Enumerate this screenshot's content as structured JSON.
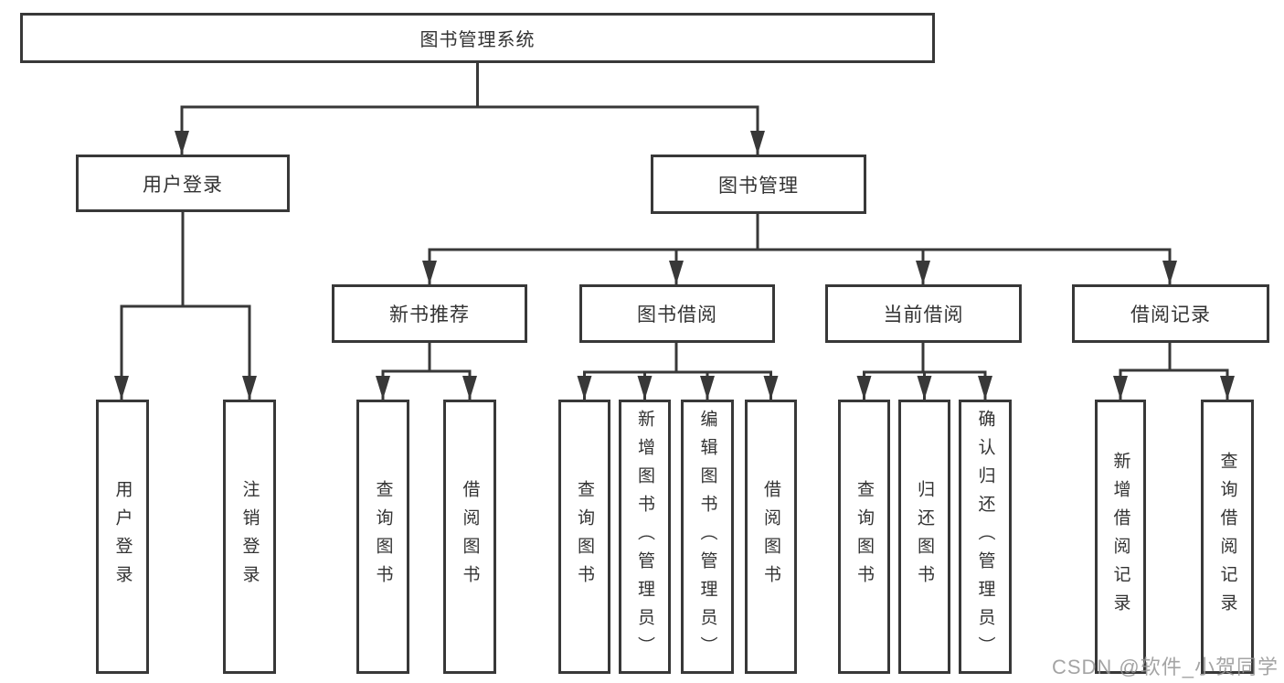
{
  "diagram": {
    "type": "hierarchy-chart",
    "root": {
      "label": "图书管理系统"
    },
    "level2": [
      {
        "id": "user-login",
        "label": "用户登录",
        "parent": "图书管理系统"
      },
      {
        "id": "book-management",
        "label": "图书管理",
        "parent": "图书管理系统"
      }
    ],
    "level3": [
      {
        "id": "new-book-recommend",
        "label": "新书推荐",
        "parent": "图书管理"
      },
      {
        "id": "book-borrowing",
        "label": "图书借阅",
        "parent": "图书管理"
      },
      {
        "id": "current-borrowing",
        "label": "当前借阅",
        "parent": "图书管理"
      },
      {
        "id": "borrowing-records",
        "label": "借阅记录",
        "parent": "图书管理"
      }
    ],
    "leaves": [
      {
        "id": "leaf-user-login",
        "label": "用户登录",
        "parent": "用户登录"
      },
      {
        "id": "leaf-logout",
        "label": "注销登录",
        "parent": "用户登录"
      },
      {
        "id": "leaf-query-books-recommend",
        "label": "查询图书",
        "parent": "新书推荐"
      },
      {
        "id": "leaf-borrow-books-recommend",
        "label": "借阅图书",
        "parent": "新书推荐"
      },
      {
        "id": "leaf-query-books-borrowing",
        "label": "查询图书",
        "parent": "图书借阅"
      },
      {
        "id": "leaf-add-books-admin",
        "label": "新增图书（管理员）",
        "parent": "图书借阅"
      },
      {
        "id": "leaf-edit-books-admin",
        "label": "编辑图书（管理员）",
        "parent": "图书借阅"
      },
      {
        "id": "leaf-borrow-books-borrowing",
        "label": "借阅图书",
        "parent": "图书借阅"
      },
      {
        "id": "leaf-query-books-current",
        "label": "查询图书",
        "parent": "当前借阅"
      },
      {
        "id": "leaf-return-books",
        "label": "归还图书",
        "parent": "当前借阅"
      },
      {
        "id": "leaf-confirm-return-admin",
        "label": "确认归还（管理员）",
        "parent": "当前借阅"
      },
      {
        "id": "leaf-add-borrow-record",
        "label": "新增借阅记录",
        "parent": "借阅记录"
      },
      {
        "id": "leaf-query-borrow-record",
        "label": "查询借阅记录",
        "parent": "借阅记录"
      }
    ]
  },
  "watermark": {
    "text": "CSDN @软件_小贺同学"
  },
  "colors": {
    "line": "#383838",
    "box_border": "#383838",
    "text": "#333333",
    "watermark": "#949494",
    "background": "#ffffff"
  }
}
